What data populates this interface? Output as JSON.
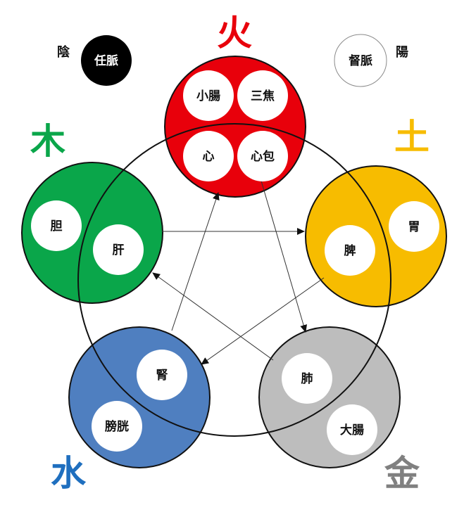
{
  "yin": {
    "label": "陰",
    "meridian": "任脈"
  },
  "yang": {
    "label": "陽",
    "meridian": "督脈"
  },
  "elements": {
    "fire": {
      "label": "火",
      "color": "#e8000b",
      "organs": [
        "小腸",
        "三焦",
        "心",
        "心包"
      ]
    },
    "earth": {
      "label": "土",
      "color": "#f7bc00",
      "organs": [
        "胃",
        "脾"
      ]
    },
    "metal": {
      "label": "金",
      "color": "#bdbdbd",
      "label_color": "#808080",
      "organs": [
        "肺",
        "大腸"
      ]
    },
    "water": {
      "label": "水",
      "color": "#4f7fc0",
      "label_color": "#1f6fbf",
      "organs": [
        "腎",
        "膀胱"
      ]
    },
    "wood": {
      "label": "木",
      "color": "#0aa64a",
      "organs": [
        "胆",
        "肝"
      ]
    }
  }
}
